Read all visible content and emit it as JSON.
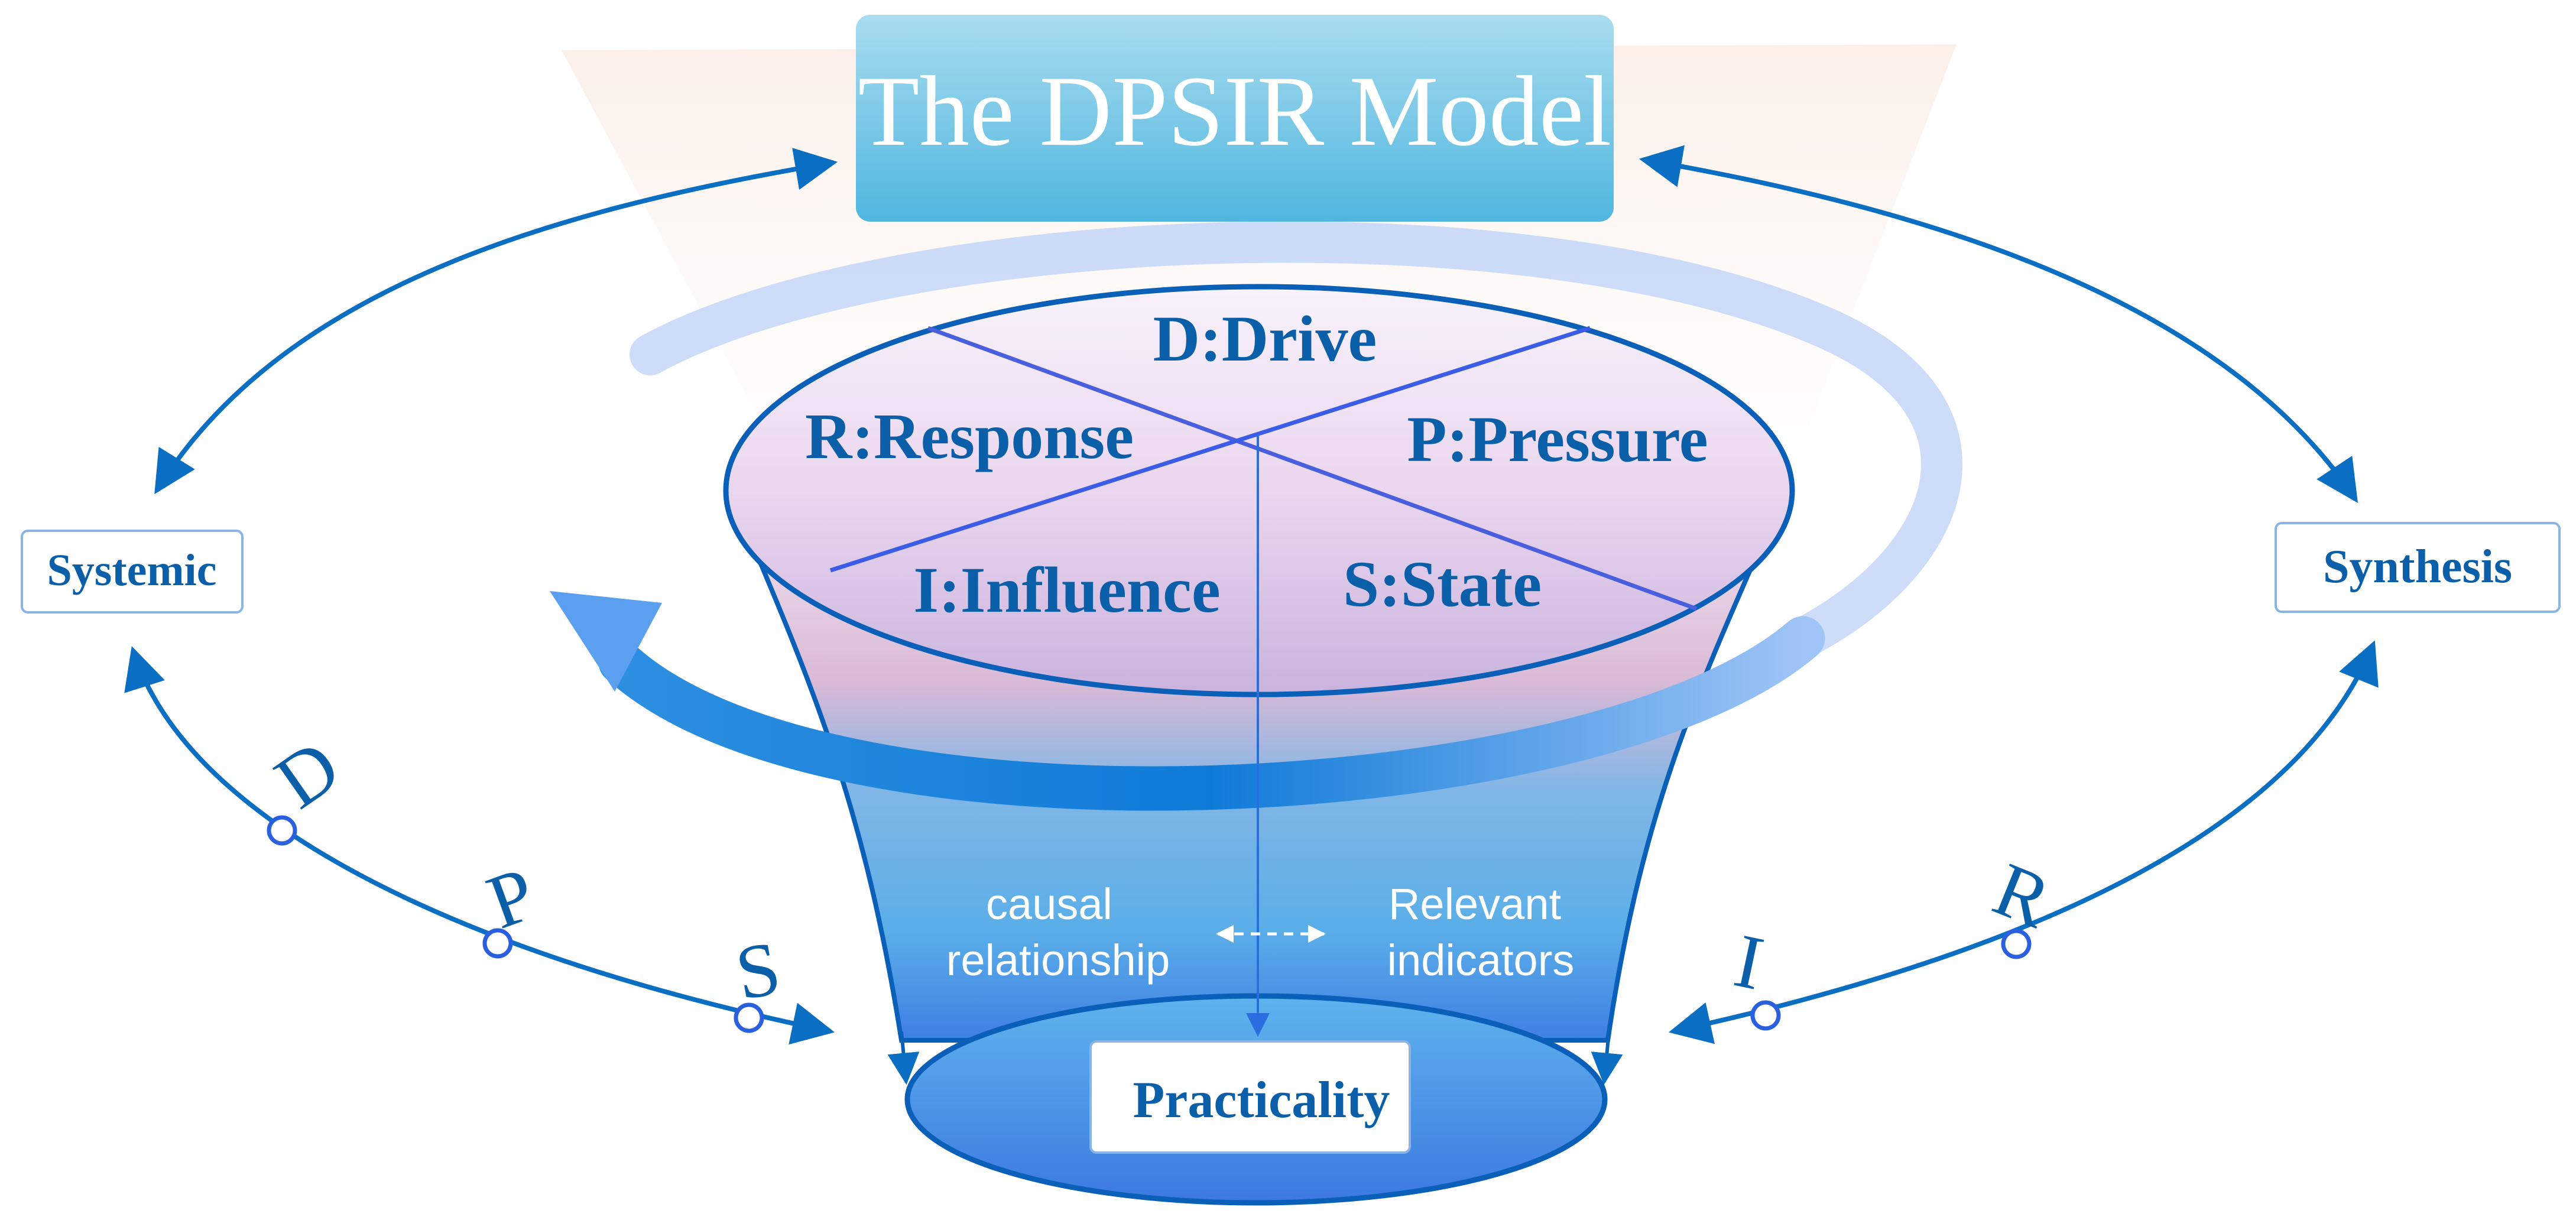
{
  "title": "The DPSIR Model",
  "sectors": {
    "drive": "D:Drive",
    "pressure": "P:Pressure",
    "state": "S:State",
    "influence": "I:Influence",
    "response": "R:Response"
  },
  "side_boxes": {
    "left": "Systemic",
    "right": "Synthesis",
    "bottom": "Practicality"
  },
  "inner_labels": {
    "left_line1": "causal",
    "left_line2": "relationship",
    "right_line1": "Relevant",
    "right_line2": "indicators"
  },
  "left_arc_letters": [
    "D",
    "P",
    "S"
  ],
  "right_arc_letters": [
    "I",
    "R"
  ],
  "colors": {
    "primary_blue": "#0a6ec2",
    "title_box": "#5ec0e2",
    "text_blue": "#0a5fa8",
    "funnel_bottom": "#3f86e8"
  }
}
